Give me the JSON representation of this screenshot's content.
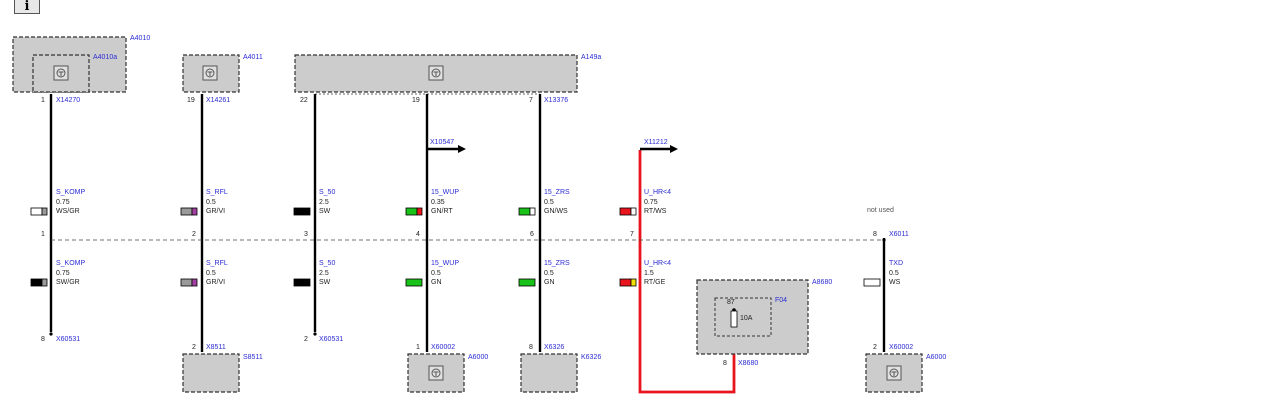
{
  "toolbar": {
    "info_label": "i",
    "info_icon": "info-icon"
  },
  "colors": {
    "component_fill": "#cccccc",
    "wire": "#000000",
    "power_wire": "#e8141e",
    "label_blue": "#2b2bd4"
  },
  "components": {
    "A4010": "A4010",
    "A4010a": "A4010a",
    "A4011": "A4011",
    "A149a": "A149a",
    "S8511": "S8511",
    "A6000_left": "A6000",
    "K6326": "K6326",
    "A8680": "A8680",
    "F04": "F04",
    "fuse_pin": "87",
    "fuse_rating": "10A",
    "A6000_right": "A6000"
  },
  "top_connectors": [
    {
      "pin": "1",
      "name": "X14270"
    },
    {
      "pin": "19",
      "name": "X14261"
    },
    {
      "pin": "22",
      "name": ""
    },
    {
      "pin": "19",
      "name": ""
    },
    {
      "pin": "7",
      "name": "X13376"
    }
  ],
  "branches": {
    "x10547": "X10547",
    "x11212": "X11212"
  },
  "upper_wires": [
    {
      "signal": "S_KOMP",
      "size": "0.75",
      "color": "WS/GR"
    },
    {
      "signal": "S_RFL",
      "size": "0.5",
      "color": "GR/VI"
    },
    {
      "signal": "S_50",
      "size": "2.5",
      "color": "SW"
    },
    {
      "signal": "15_WUP",
      "size": "0.35",
      "color": "GN/RT"
    },
    {
      "signal": "15_ZRS",
      "size": "0.5",
      "color": "GN/WS"
    },
    {
      "signal": "U_HR<4",
      "size": "0.75",
      "color": "RT/WS"
    }
  ],
  "not_used": "not used",
  "mid_connector": {
    "pins": [
      "1",
      "2",
      "3",
      "4",
      "6",
      "7",
      "8"
    ],
    "name": "X6011"
  },
  "lower_wires": [
    {
      "signal": "S_KOMP",
      "size": "0.75",
      "color": "SW/GR"
    },
    {
      "signal": "S_RFL",
      "size": "0.5",
      "color": "GR/VI"
    },
    {
      "signal": "S_50",
      "size": "2.5",
      "color": "SW"
    },
    {
      "signal": "15_WUP",
      "size": "0.5",
      "color": "GN"
    },
    {
      "signal": "15_ZRS",
      "size": "0.5",
      "color": "GN"
    },
    {
      "signal": "U_HR<4",
      "size": "1.5",
      "color": "RT/GE"
    },
    {
      "signal": "TXD",
      "size": "0.5",
      "color": "WS"
    }
  ],
  "bottom_connectors": [
    {
      "pin": "8",
      "name": "X60531"
    },
    {
      "pin": "2",
      "name": "X8511"
    },
    {
      "pin": "2",
      "name": "X60531"
    },
    {
      "pin": "1",
      "name": "X60002"
    },
    {
      "pin": "8",
      "name": "X6326"
    },
    {
      "pin": "8",
      "name": "X8680"
    },
    {
      "pin": "2",
      "name": "X60002"
    }
  ]
}
